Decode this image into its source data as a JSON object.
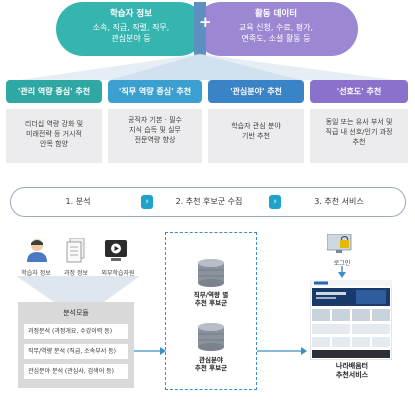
{
  "top": {
    "learner": {
      "title": "학습자 정보",
      "line1": "소속, 직급, 직렬, 직무,",
      "line2": "관심분야 등"
    },
    "activity": {
      "title": "활동 데이터",
      "line1": "교육 신청, 수료, 평가,",
      "line2": "면족도, 소셜 활동 등"
    },
    "plus": "+"
  },
  "categories": [
    {
      "label": "'관리 역량 중심' 추천",
      "lines": [
        "리더십 역량 강화 및",
        "미래전략 등 거시적",
        "안목 함양"
      ]
    },
    {
      "label": "'직무 역량 중심' 추천",
      "lines": [
        "공직자 기본 · 필수",
        "지식 습득 및 실무",
        "전문역량 향상"
      ]
    },
    {
      "label": "'관심분야' 추천",
      "lines": [
        "학습자 관심 분야",
        "기반 추천"
      ]
    },
    {
      "label": "'선호도' 추천",
      "lines": [
        "동일 또는 유사 부서 및",
        "직급 내 선호/인기 과정",
        "추천"
      ]
    }
  ],
  "steps": [
    "1. 분석",
    "2. 추천 후보군 수집",
    "3. 추천 서비스"
  ],
  "chevron": "›",
  "sources": {
    "learner": "학습자 정보",
    "course": "과정 정보",
    "external": "외부학습자원"
  },
  "module": {
    "title": "분석모듈",
    "items": [
      "과정분석 (과정개요, 수강이력 등)",
      "직무/역량 분석 (직급, 소속부서 등)",
      "관심분야 분석 (관심사, 검색어 등)"
    ]
  },
  "candidates": {
    "group1": [
      "직무/역량 별",
      "추천 후보군"
    ],
    "group2": [
      "관심분야",
      "추천 후보군"
    ]
  },
  "service": {
    "login": "로그인",
    "name1": "나라배움터",
    "name2": "추천서비스"
  },
  "colors": {
    "teal": "#36b5b0",
    "purple": "#9c87d3",
    "blue": "#3a83c7",
    "accent": "#1fa3c9"
  }
}
